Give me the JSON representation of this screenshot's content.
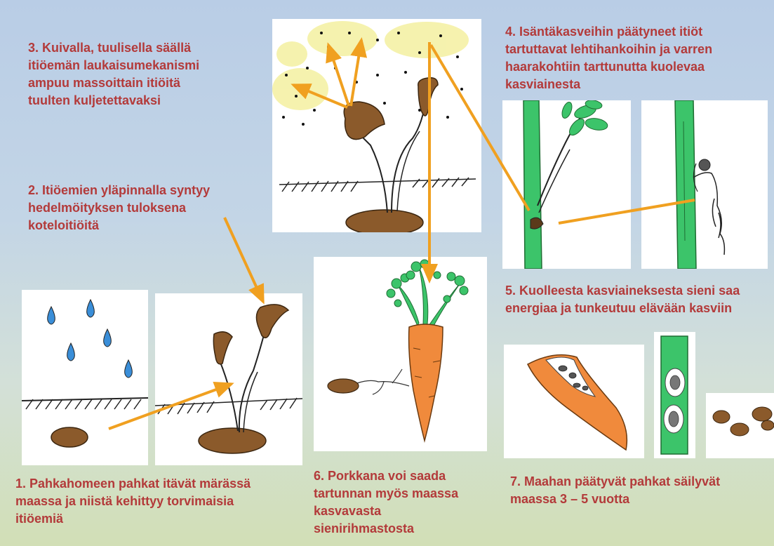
{
  "captions": {
    "step1": [
      "1. Pahkahomeen pahkat itävät märässä",
      "maassa ja niistä kehittyy torvimaisia",
      "itiöemiä"
    ],
    "step2": [
      "2. Itiöemien yläpinnalla syntyy",
      "hedelmöityksen tuloksena",
      "koteloitiöitä"
    ],
    "step3": [
      "3. Kuivalla, tuulisella säällä",
      "itiöemän laukaisumekanismi",
      "ampuu massoittain itiöitä",
      "tuulten kuljetettavaksi"
    ],
    "step4": [
      "4. Isäntäkasveihin päätyneet itiöt",
      "tartuttavat lehtihankoihin ja varren",
      "haarakohtiin tarttunutta kuolevaa",
      "kasviainesta"
    ],
    "step5": [
      "5. Kuolleesta kasviaineksesta sieni saa",
      "energiaa ja tunkeutuu elävään kasviin"
    ],
    "step6": [
      "6. Porkkana voi saada",
      "tartunnan myös maassa",
      "kasvavasta",
      "sienirihmastosta"
    ],
    "step7": [
      "7. Maahan päätyvät pahkat säilyvät",
      "maassa 3 – 5 vuotta"
    ]
  },
  "colors": {
    "caption": "#b33a3a",
    "arrow": "#f0a020",
    "sclerotium": "#8b5a2b",
    "stem": "#3cc46a",
    "carrot": "#f08a3c",
    "leaf": "#3cc46a",
    "drop": "#3a8ed8",
    "spore_haze": "#f4f0a0"
  },
  "icons": [
    "raindrop-icon",
    "sclerotium-icon",
    "apothecium-icon",
    "carrot-icon",
    "plant-stem-icon",
    "leaf-icon"
  ]
}
